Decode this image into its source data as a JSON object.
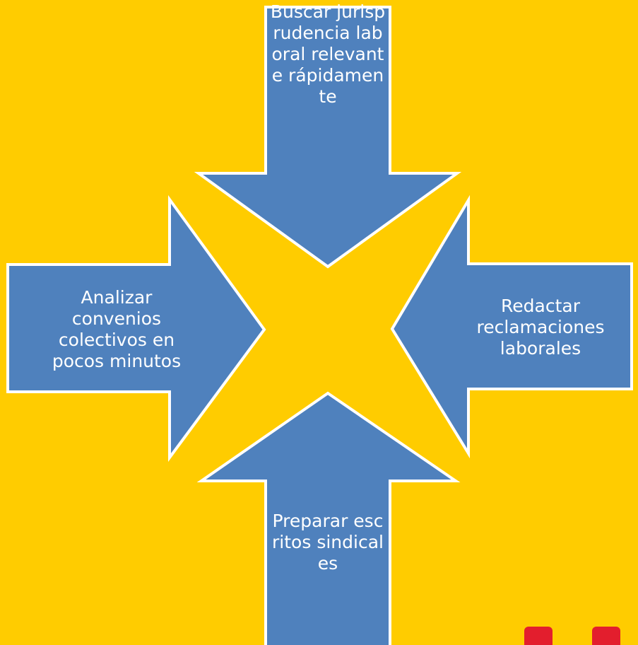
{
  "diagram": {
    "background_color": "#FFCC00",
    "arrow_color": "#4F81BD",
    "border_color": "#FFFFFF",
    "text_color": "#FFFFFF",
    "arrows": [
      {
        "id": "top",
        "direction": "down",
        "label": "Buscar jurisprudencia laboral relevante rápidamente"
      },
      {
        "id": "left",
        "direction": "right",
        "label": "Analizar convenios colectivos en pocos minutos"
      },
      {
        "id": "right",
        "direction": "left",
        "label": "Redactar reclamaciones laborales"
      },
      {
        "id": "bottom",
        "direction": "up",
        "label": "Preparar escritos sindicales"
      }
    ]
  },
  "logo": {
    "color": "#E31E2D"
  }
}
